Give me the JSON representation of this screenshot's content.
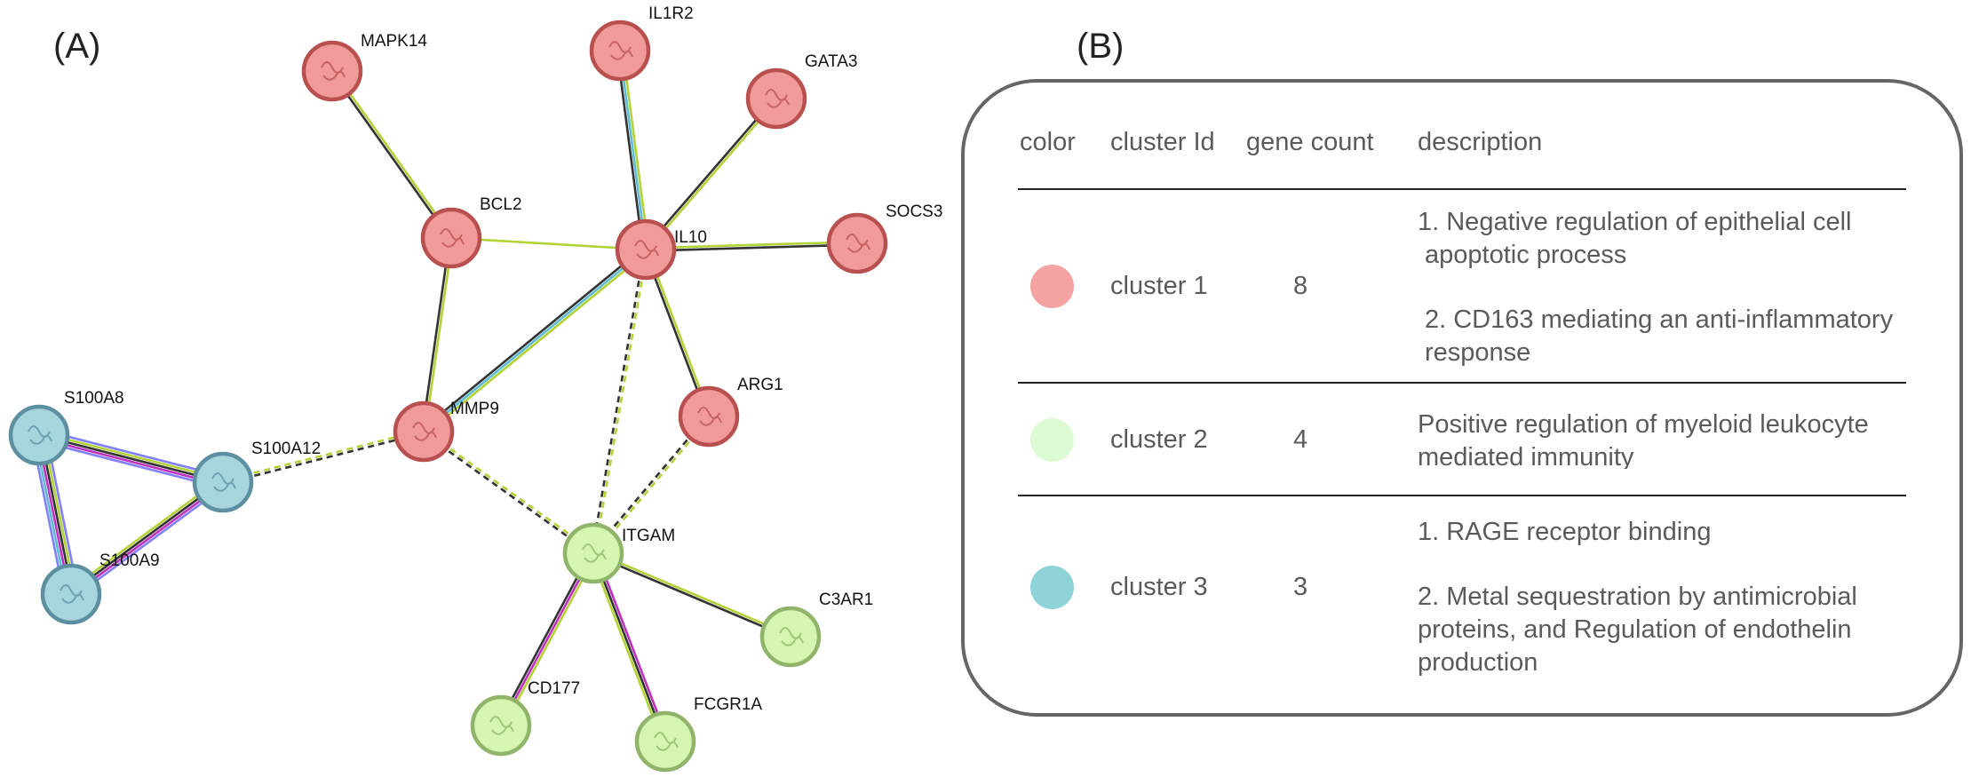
{
  "panel_a_label": "(A)",
  "panel_b_label": "(B)",
  "network": {
    "nodes": [
      {
        "id": "MAPK14",
        "label": "MAPK14",
        "cluster": 1
      },
      {
        "id": "IL1R2",
        "label": "IL1R2",
        "cluster": 1
      },
      {
        "id": "GATA3",
        "label": "GATA3",
        "cluster": 1
      },
      {
        "id": "BCL2",
        "label": "BCL2",
        "cluster": 1
      },
      {
        "id": "IL10",
        "label": "IL10",
        "cluster": 1
      },
      {
        "id": "SOCS3",
        "label": "SOCS3",
        "cluster": 1
      },
      {
        "id": "ARG1",
        "label": "ARG1",
        "cluster": 1
      },
      {
        "id": "MMP9",
        "label": "MMP9",
        "cluster": 1
      },
      {
        "id": "S100A8",
        "label": "S100A8",
        "cluster": 3
      },
      {
        "id": "S100A12",
        "label": "S100A12",
        "cluster": 3
      },
      {
        "id": "S100A9",
        "label": "S100A9",
        "cluster": 3
      },
      {
        "id": "ITGAM",
        "label": "ITGAM",
        "cluster": 2
      },
      {
        "id": "C3AR1",
        "label": "C3AR1",
        "cluster": 2
      },
      {
        "id": "CD177",
        "label": "CD177",
        "cluster": 2
      },
      {
        "id": "FCGR1A",
        "label": "FCGR1A",
        "cluster": 2
      }
    ],
    "edges": [
      {
        "from": "MAPK14",
        "to": "BCL2",
        "colors": [
          "#b2d235",
          "#333333"
        ],
        "dashed": false
      },
      {
        "from": "IL1R2",
        "to": "IL10",
        "colors": [
          "#b2d235",
          "#5bbcd6",
          "#333333"
        ],
        "dashed": false
      },
      {
        "from": "GATA3",
        "to": "IL10",
        "colors": [
          "#b2d235",
          "#333333"
        ],
        "dashed": false
      },
      {
        "from": "BCL2",
        "to": "IL10",
        "colors": [
          "#b2d235"
        ],
        "dashed": false
      },
      {
        "from": "IL10",
        "to": "SOCS3",
        "colors": [
          "#b2d235",
          "#333333"
        ],
        "dashed": false
      },
      {
        "from": "IL10",
        "to": "ARG1",
        "colors": [
          "#b2d235",
          "#333333"
        ],
        "dashed": false
      },
      {
        "from": "BCL2",
        "to": "MMP9",
        "colors": [
          "#b2d235",
          "#333333"
        ],
        "dashed": false
      },
      {
        "from": "IL10",
        "to": "MMP9",
        "colors": [
          "#b2d235",
          "#5bbcd6",
          "#333333"
        ],
        "dashed": false
      },
      {
        "from": "IL10",
        "to": "ITGAM",
        "colors": [
          "#b2d235",
          "#333333"
        ],
        "dashed": true
      },
      {
        "from": "ARG1",
        "to": "ITGAM",
        "colors": [
          "#b2d235",
          "#333333"
        ],
        "dashed": true
      },
      {
        "from": "MMP9",
        "to": "ITGAM",
        "colors": [
          "#b2d235",
          "#333333"
        ],
        "dashed": true
      },
      {
        "from": "S100A12",
        "to": "MMP9",
        "colors": [
          "#b2d235",
          "#333333"
        ],
        "dashed": true
      },
      {
        "from": "S100A8",
        "to": "S100A12",
        "colors": [
          "#8080ff",
          "#b2d235",
          "#333333",
          "#c030c0",
          "#8080ff"
        ],
        "dashed": false
      },
      {
        "from": "S100A8",
        "to": "S100A9",
        "colors": [
          "#8080ff",
          "#b2d235",
          "#333333",
          "#c030c0",
          "#5bbcd6",
          "#8080ff"
        ],
        "dashed": false
      },
      {
        "from": "S100A9",
        "to": "S100A12",
        "colors": [
          "#b2d235",
          "#333333",
          "#c030c0",
          "#8080ff"
        ],
        "dashed": false
      },
      {
        "from": "ITGAM",
        "to": "C3AR1",
        "colors": [
          "#b2d235",
          "#333333"
        ],
        "dashed": false
      },
      {
        "from": "ITGAM",
        "to": "CD177",
        "colors": [
          "#b2d235",
          "#c030c0",
          "#333333"
        ],
        "dashed": false
      },
      {
        "from": "ITGAM",
        "to": "FCGR1A",
        "colors": [
          "#c030c0",
          "#333333",
          "#b2d235"
        ],
        "dashed": false
      }
    ]
  },
  "cluster_colors": {
    "1": {
      "fill": "#f19a9a",
      "stroke": "#b85050"
    },
    "2": {
      "fill": "#d6f5b0",
      "stroke": "#8fb46a"
    },
    "3": {
      "fill": "#a7d5de",
      "stroke": "#5c8fa0"
    }
  },
  "legend": {
    "headers": {
      "color": "color",
      "cluster": "cluster Id",
      "gene_count": "gene count",
      "description": "description"
    },
    "rows": [
      {
        "swatch": "#f4a2a2",
        "cluster": "cluster 1",
        "gene_count": "8",
        "desc1": "1. Negative regulation of epithelial cell",
        "desc2": "apoptotic process",
        "desc3": "2. CD163 mediating an anti-inflammatory",
        "desc4": "response"
      },
      {
        "swatch": "#dcfbd2",
        "cluster": "cluster 2",
        "gene_count": "4",
        "desc1": "Positive regulation of myeloid leukocyte",
        "desc2": "mediated immunity"
      },
      {
        "swatch": "#8dd3d8",
        "cluster": "cluster 3",
        "gene_count": "3",
        "desc1": "1. RAGE receptor binding",
        "desc2": "2. Metal sequestration by antimicrobial",
        "desc3": "proteins, and Regulation of endothelin",
        "desc4": "production"
      }
    ]
  }
}
